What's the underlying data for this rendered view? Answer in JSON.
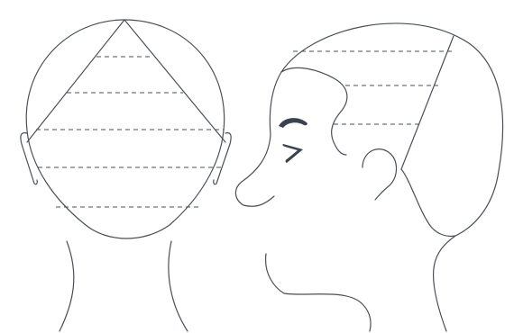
{
  "diagram": {
    "views": [
      {
        "id": "back-view",
        "section_shape": "triangle",
        "guide_lines": 5
      },
      {
        "id": "side-view",
        "section_shape": "diagonal",
        "guide_lines": 3
      }
    ],
    "colors": {
      "line": "#4a4f57",
      "feature": "#3a4150",
      "background": "#ffffff"
    }
  }
}
